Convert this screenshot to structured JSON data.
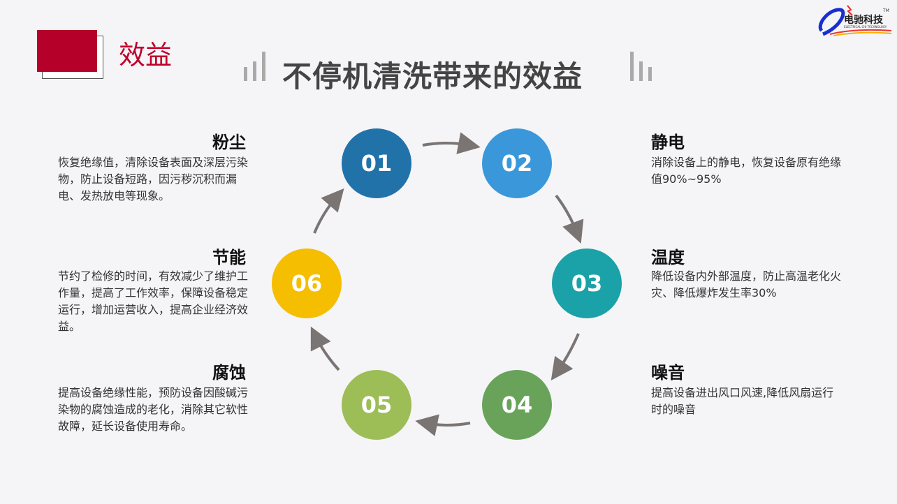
{
  "section_label": "效益",
  "title": "不停机清洗带来的效益",
  "logo": {
    "text": "电驰科技",
    "subtext": "ELECTRICAL CHI TECHNOLOGY",
    "tm": "TM"
  },
  "steps": [
    {
      "num": "01",
      "color": "#2272aa",
      "heading": "粉尘",
      "desc": "恢复绝缘值，清除设备表面及深层污染物，防止设备短路，因污秽沉积而漏电、发热放电等现象。"
    },
    {
      "num": "02",
      "color": "#3a98da",
      "heading": "静电",
      "desc": "消除设备上的静电，恢复设备原有绝缘值90%~95%"
    },
    {
      "num": "03",
      "color": "#1aa2a8",
      "heading": "温度",
      "desc": "降低设备内外部温度，防止高温老化火灾、降低爆炸发生率30%"
    },
    {
      "num": "04",
      "color": "#69a35a",
      "heading": "噪音",
      "desc": "提高设备进出风口风速,降低风扇运行时的噪音"
    },
    {
      "num": "05",
      "color": "#9dbd56",
      "heading": "腐蚀",
      "desc": "提高设备绝缘性能，预防设备因酸碱污染物的腐蚀造成的老化，消除其它软性故障，延长设备使用寿命。"
    },
    {
      "num": "06",
      "color": "#f5be00",
      "heading": "节能",
      "desc": "节约了检修的时间，有效减少了维护工作量，提高了工作效率，保障设备稳定运行，增加运营收入，提高企业经济效益。"
    }
  ]
}
